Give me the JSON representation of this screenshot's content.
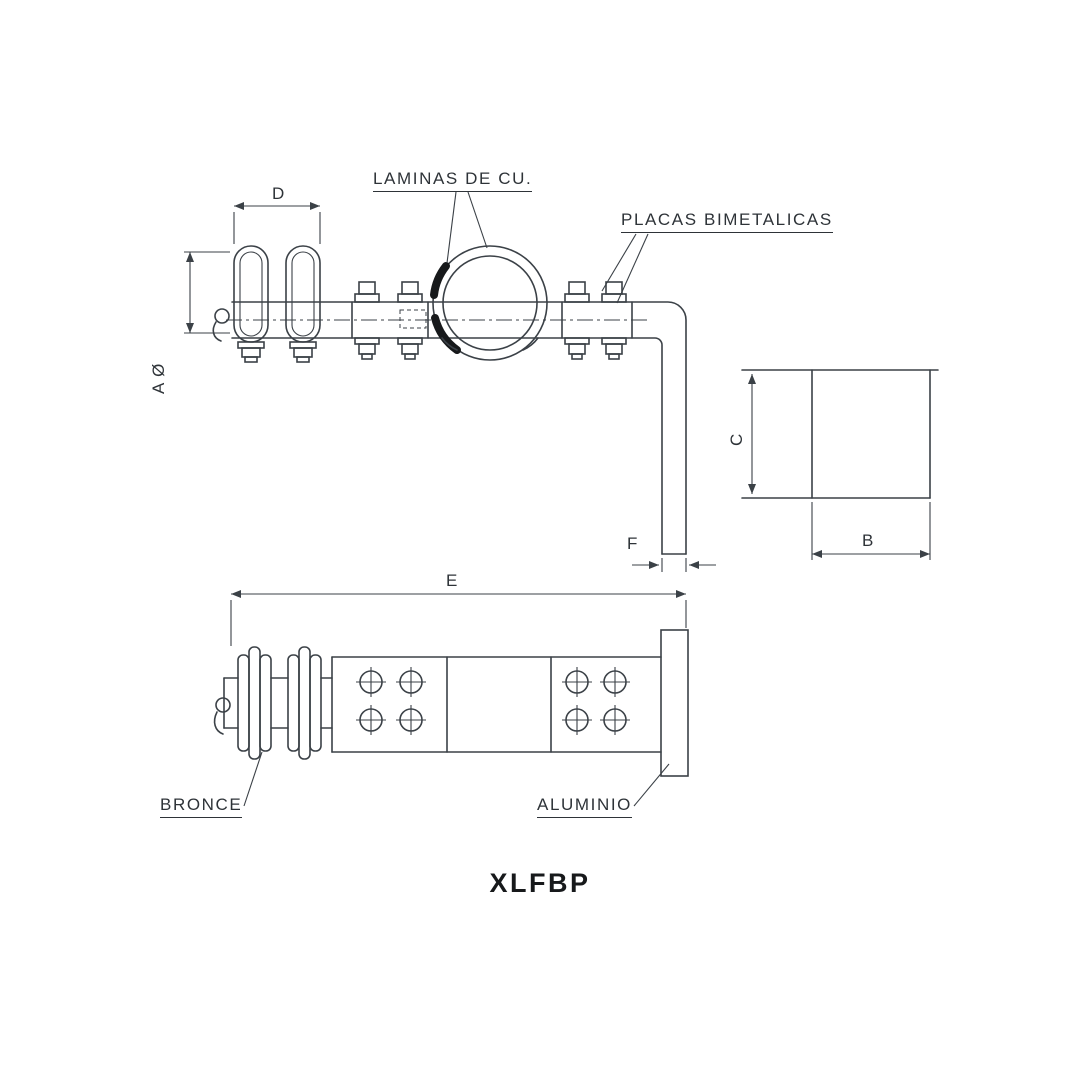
{
  "drawing": {
    "part_number": "XLFBP",
    "callouts": {
      "laminas": "LAMINAS DE CU.",
      "placas": "PLACAS BIMETALICAS",
      "bronce": "BRONCE",
      "aluminio": "ALUMINIO"
    },
    "dimensions": {
      "d": "D",
      "a_diameter": "A Ø",
      "c": "C",
      "f": "F",
      "b": "B",
      "e": "E"
    },
    "colors": {
      "line": "#3b4147",
      "text": "#2e3338",
      "background": "#ffffff"
    }
  }
}
